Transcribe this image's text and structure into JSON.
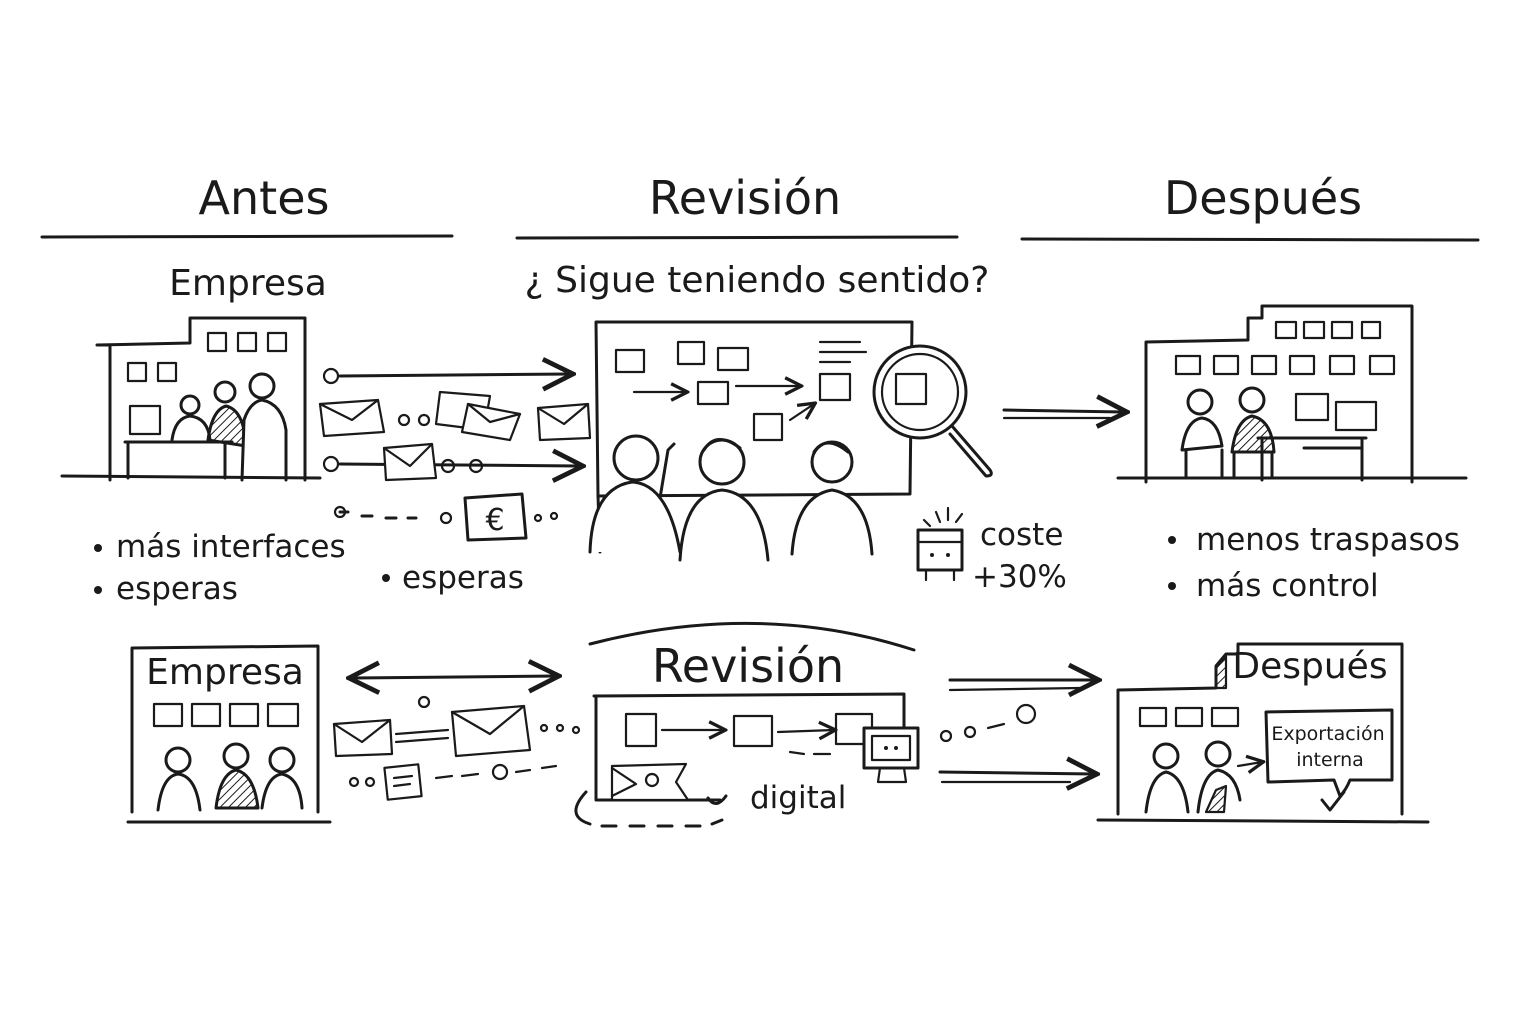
{
  "top": {
    "columns": [
      {
        "heading": "Antes",
        "subheading": "Empresa"
      },
      {
        "heading": "Revisión",
        "subheading": "¿ Sigue teniendo sentido?"
      },
      {
        "heading": "Después",
        "subheading": ""
      }
    ],
    "before_bullets": [
      "más interfaces",
      "esperas"
    ],
    "flow_note": "esperas",
    "cost_label": "coste",
    "cost_value": "+30%",
    "after_bullets": [
      "menos traspasos",
      "más control"
    ],
    "currency_symbol": "€"
  },
  "bottom": {
    "left_title": "Empresa",
    "center_title": "Revisión",
    "digital_label": "digital",
    "right_title": "Después",
    "export_label_line1": "Exportación",
    "export_label_line2": "interna"
  },
  "icons": [
    "building-icon",
    "envelope-icon",
    "euro-note-icon",
    "magnifier-icon",
    "coin-stack-icon",
    "computer-monitor-icon",
    "checkmark-icon"
  ]
}
